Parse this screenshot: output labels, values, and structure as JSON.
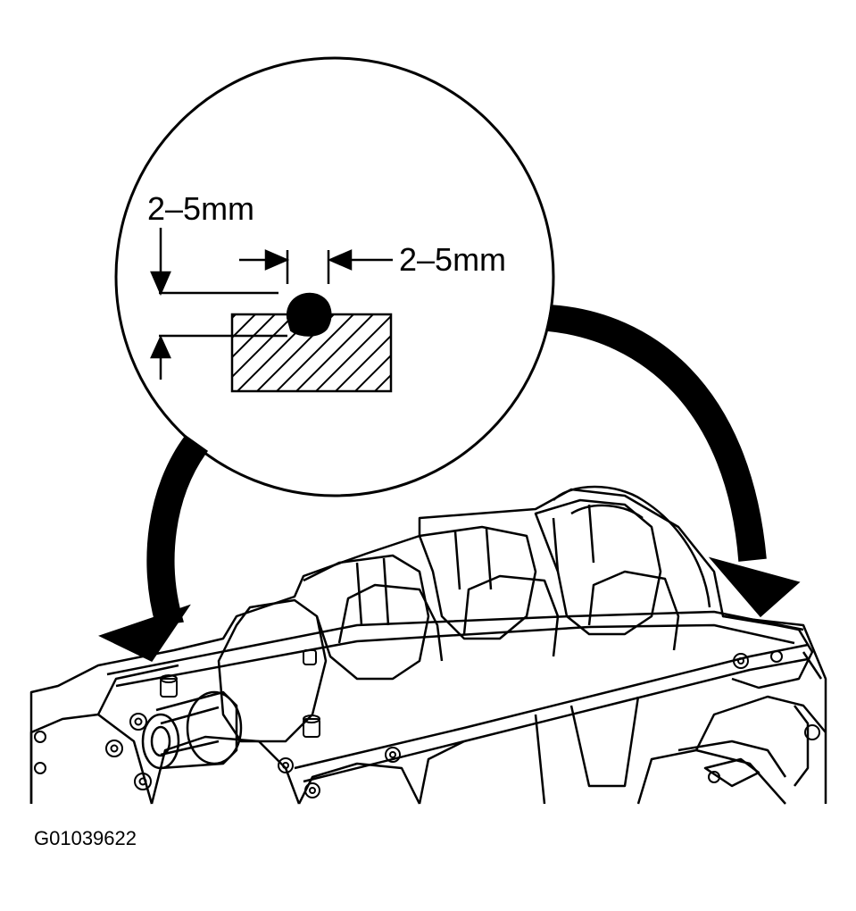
{
  "figure": {
    "vertical_dimension": "2–5mm",
    "horizontal_dimension": "2–5mm",
    "figure_code": "G01039622"
  },
  "colors": {
    "ink": "#000000",
    "paper": "#ffffff"
  }
}
